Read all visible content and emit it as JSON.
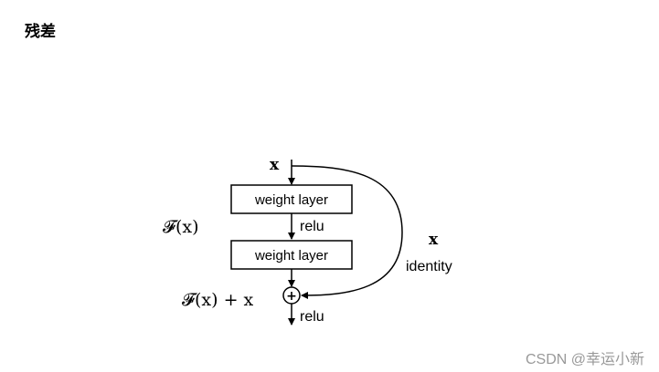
{
  "page": {
    "heading": "残差"
  },
  "diagram": {
    "input_label": "x",
    "layer1_label": "weight layer",
    "layer2_label": "weight layer",
    "relu_mid_label": "relu",
    "relu_out_label": "relu",
    "fx_label": "𝓕(x)",
    "sum_label": "𝓕(x) + x",
    "shortcut_x_label": "x",
    "identity_label": "identity",
    "plus_symbol": "+"
  },
  "watermark": "CSDN @幸运小新"
}
